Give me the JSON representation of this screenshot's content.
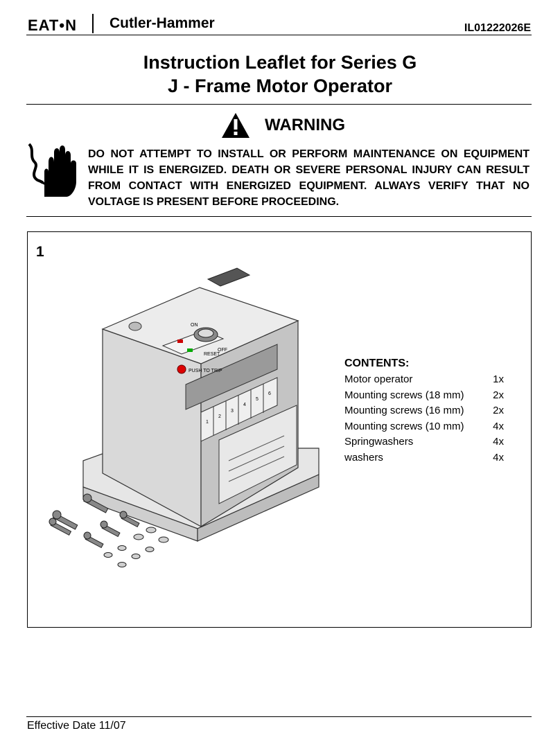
{
  "header": {
    "brand": "EAT•N",
    "sub_brand": "Cutler-Hammer",
    "doc_number": "IL01222026E"
  },
  "title": {
    "line1": "Instruction Leaflet for Series G",
    "line2": "J - Frame Motor Operator"
  },
  "warning": {
    "heading": "WARNING",
    "text": "DO NOT ATTEMPT TO INSTALL OR PERFORM MAINTENANCE ON EQUIPMENT WHILE IT IS ENERGIZED. DEATH OR SEVERE PERSONAL INJURY CAN RESULT FROM CONTACT WITH ENERGIZED EQUIPMENT. ALWAYS VERIFY THAT NO VOLTAGE IS PRESENT BEFORE PROCEEDING."
  },
  "figure": {
    "number": "1",
    "device_labels": {
      "on": "ON",
      "off": "OFF",
      "reset": "RESET",
      "push_to_trip": "PUSH TO TRIP",
      "terminals": [
        "1",
        "2",
        "3",
        "4",
        "5",
        "6"
      ]
    },
    "contents": {
      "heading": "CONTENTS:",
      "items": [
        {
          "name": "Motor operator",
          "qty": "1x"
        },
        {
          "name": "Mounting screws (18 mm)",
          "qty": "2x"
        },
        {
          "name": "Mounting screws (16 mm)",
          "qty": "2x"
        },
        {
          "name": "Mounting screws (10 mm)",
          "qty": "4x"
        },
        {
          "name": "Springwashers",
          "qty": "4x"
        },
        {
          "name": "washers",
          "qty": "4x"
        }
      ]
    }
  },
  "footer": {
    "effective_date": "Effective Date 11/07"
  }
}
